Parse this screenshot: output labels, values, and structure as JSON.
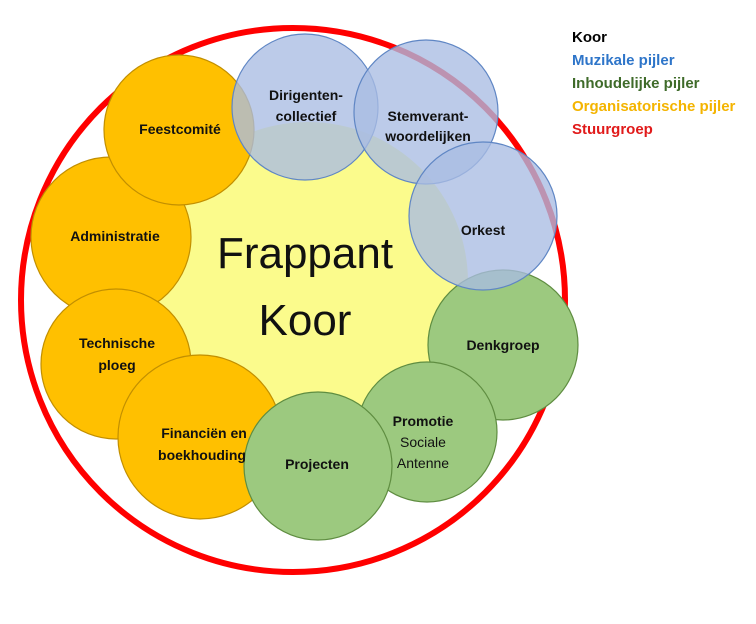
{
  "legend": [
    {
      "label": "Koor",
      "color": "#000000"
    },
    {
      "label": "Muzikale pijler",
      "color": "#2e75c9"
    },
    {
      "label": "Inhoudelijke pijler",
      "color": "#3f6b2a"
    },
    {
      "label": "Organisatorische pijler",
      "color": "#f4b400"
    },
    {
      "label": "Stuurgroep",
      "color": "#e11a1a"
    }
  ],
  "center": {
    "line1": "Frappant",
    "line2": "Koor"
  },
  "circles": {
    "feestcomite": "Feestcomité",
    "administratie": "Administratie",
    "technische": [
      "Technische",
      "ploeg"
    ],
    "financien": [
      "Financiën en",
      "boekhouding"
    ],
    "dirigenten": [
      "Dirigenten-",
      "collectief"
    ],
    "stemverant": [
      "Stemverant-",
      "woordelijken"
    ],
    "orkest": "Orkest",
    "denkgroep": "Denkgroep",
    "promotie": [
      "Promotie",
      "Sociale",
      "Antenne"
    ],
    "projecten": "Projecten"
  },
  "colors": {
    "organisatorisch_fill": "#ffc000",
    "organisatorisch_stroke": "#c28f00",
    "muzikaal_fill": "#a9bde3",
    "muzikaal_stroke": "#5f86c4",
    "inhoudelijk_fill": "#9cc97f",
    "inhoudelijk_stroke": "#5f8d41",
    "center_fill": "#fbfb86",
    "outer_ring": "#ff0000"
  }
}
